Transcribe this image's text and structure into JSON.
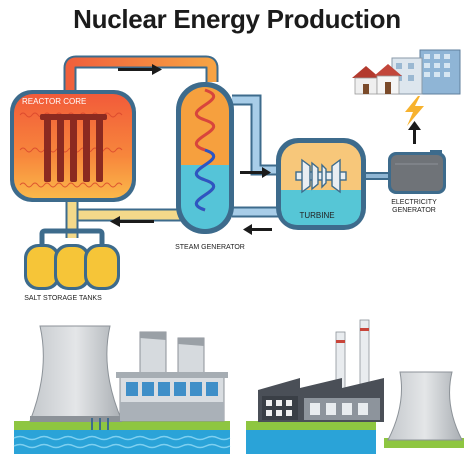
{
  "title": "Nuclear Energy Production",
  "labels": {
    "reactor_core": "REACTOR CORE",
    "steam_generator": "STEAM GENERATOR",
    "turbine": "TURBINE",
    "electricity_generator": "ELECTRICITY GENERATOR",
    "salt_storage_tanks": "SALT STORAGE TANKS"
  },
  "icons": [
    "lightning-bolt-icon",
    "arrow-up-icon",
    "flow-arrow-icon"
  ],
  "colors": {
    "hot_pipe": "#f0603c",
    "cool_pipe": "#f4d98a",
    "water_pipe": "#a8cde8",
    "reactor_core": "#f26a3a",
    "steam_tank_top": "#f59a3c",
    "steam_tank_bottom": "#4dc3d8",
    "turbine_water": "#56c6d6",
    "salt_tanks": "#f6c538",
    "generator": "#6f6f6f",
    "water": "#2aa3d8",
    "grass": "#8ec641"
  }
}
